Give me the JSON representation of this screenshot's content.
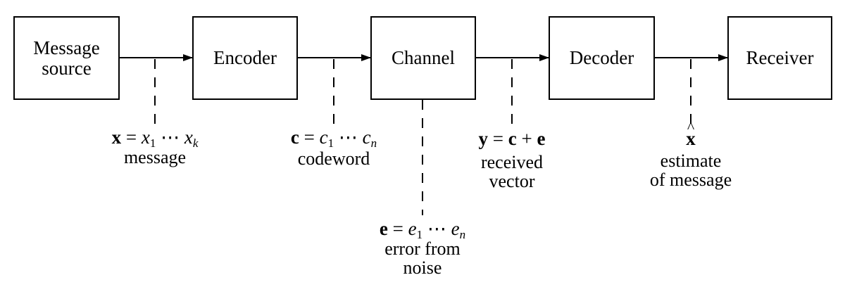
{
  "blocks": {
    "source": [
      "Message",
      "source"
    ],
    "encoder": "Encoder",
    "channel": "Channel",
    "decoder": "Decoder",
    "receiver": "Receiver"
  },
  "signals": {
    "message": {
      "lhs": "x",
      "rhs_var": "x",
      "rhs_first": "1",
      "rhs_last": "k",
      "caption": "message"
    },
    "codeword": {
      "lhs": "c",
      "rhs_var": "c",
      "rhs_first": "1",
      "rhs_last": "n",
      "caption": "codeword"
    },
    "received": {
      "expr_y": "y",
      "expr_c": "c",
      "expr_e": "e",
      "caption": [
        "received",
        "vector"
      ]
    },
    "estimate": {
      "symbol": "x",
      "caption": [
        "estimate",
        "of message"
      ]
    },
    "error": {
      "lhs": "e",
      "rhs_var": "e",
      "rhs_first": "1",
      "rhs_last": "n",
      "caption": [
        "error from",
        "noise"
      ]
    }
  }
}
